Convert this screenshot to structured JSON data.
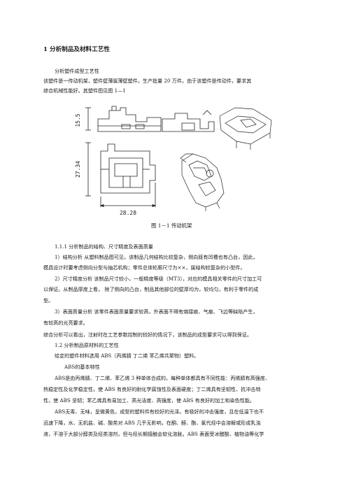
{
  "heading": "1  分析制品及材料工艺性",
  "intro": {
    "title": "分析塑件成型工艺性",
    "p1_l1": "该塑件是一传动机架，塑件壁薄属薄壁塑件，生产批量 20 万件。由于该塑件是传动件，要求其",
    "p1_l2": "综合机械性能好。其塑件图见图 1—1"
  },
  "figure": {
    "dim_height_top": "15.5",
    "dim_height_front": "27.34",
    "dim_width": "28.28",
    "caption": "图 1－1    传动机架"
  },
  "section_1_1": {
    "title": "1.1.1  分析制品的结构、尺寸精度及表面质量",
    "s1_l1": "1）结构分析    从塑料制品图可见，该制品几何结构比较复杂，侧向既有凹槽也有凸台，因此，",
    "s1_l2": "模具设计时要考虑侧向分型与抽芯机构；零件总体轮廓尺寸为××，属结构较复杂的小型件。",
    "s2_l1": "2）尺寸精度分析    该制品尺寸较小，一般精度等级（MT3），对应的模具相关零件的尺寸加工可",
    "s2_l2": "以保证。从制品厚度上看，  除了侧向的凸台，制品其他部位的壁厚均为，较均匀，有利于零件的成",
    "s2_l3": "型。",
    "s3_l1": "3）表面质量分析    该零件表面质量要求较高，外表面不得有熔接痕、气痕、飞边等缺陷产生，",
    "s3_l2": "有较高的光亮要求。",
    "summary": "综合分析可以看出，注射时在工艺参数控制的较好的情况下，该制品的成型要求可以得到保证。"
  },
  "section_1_2": {
    "title": "1.2  分析制品原材料的工艺性",
    "material": "给定的塑件材料选用 ABS（丙烯腈 丁二烯 苯乙烯共聚物）塑料。",
    "abs_title": "ABS的基本特性",
    "b1": "ABS是由丙烯腈、丁二烯、苯乙烯 3 种单体合成的。每种单体都具有不同性能：丙烯腈有高强度、",
    "b2": "热稳定性及化学稳定性，使 ABS 有良好的耐化学腐蚀性及表面硬度；丁二烯具有坚韧性、抗冲击特",
    "b3": "性，使 ABS 坚韧；苯乙烯具有易加工、高光洁度、高强度，使 ABS 有良好的加工和染色性能。",
    "b4": "ABS无毒、无味，呈微黄色，成型的塑料件有较好的光泽。有极好的冲击强度，且在低温下也不",
    "b5": "迅速下降，水、无机盐、碱、酸类对 ABS 几乎无影响，在酮、醛、酯、氯代烃中会溶解或形成乳浊",
    "b6": "液，不溶于大部分醇类及烃类溶剂，但与烃长期接触会软化溶胀。ABS 表面受冰醋酸、植物油等化学"
  }
}
